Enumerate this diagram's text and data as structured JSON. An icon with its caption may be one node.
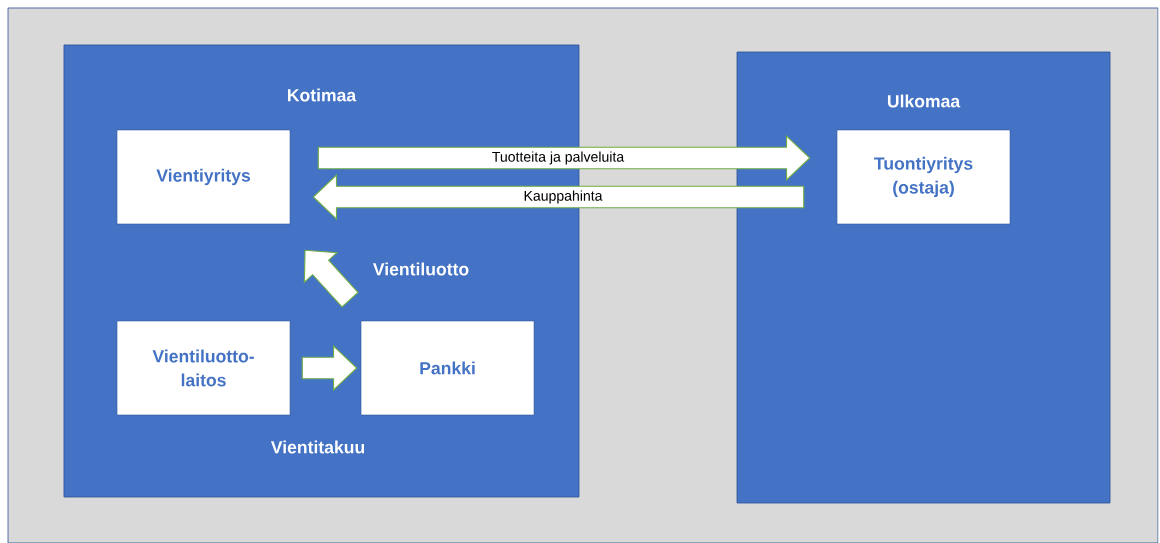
{
  "diagram": {
    "nodes": [
      {
        "text": [
          "Kotimaa"
        ]
      },
      {
        "text": [
          "Vientiyritys"
        ],
        "in": 0
      },
      {
        "text": [
          "Vientiluotto-laitos"
        ],
        "in": 0
      },
      {
        "text": [
          "Pankki"
        ],
        "in": 0
      },
      {
        "text": [
          "Ulkomaa"
        ]
      },
      {
        "text": [
          "Tuontiyritys (ostaja)"
        ],
        "in": 4
      }
    ],
    "edges": [
      {
        "from": 1,
        "to": 5,
        "arrow": "to",
        "label": "Tuotteita ja palveluita"
      },
      {
        "from": 5,
        "to": 1,
        "arrow": "to",
        "label": "Kauppahinta"
      },
      {
        "from": 3,
        "to": 1,
        "arrow": "to",
        "label": "Vientiluotto"
      },
      {
        "from": 2,
        "to": 3,
        "arrow": "to",
        "label": "Vientitakuu"
      }
    ]
  }
}
